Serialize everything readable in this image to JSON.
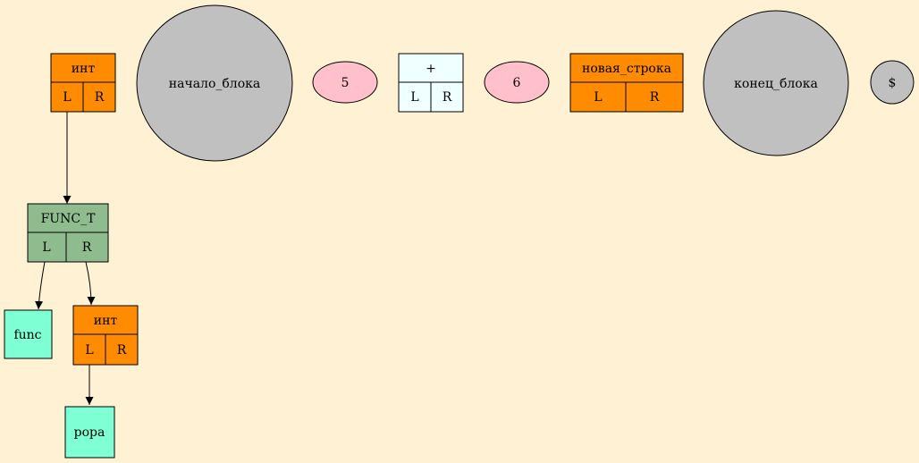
{
  "nodes": {
    "int_top": {
      "label": "инт",
      "left": "L",
      "right": "R",
      "color": "#ff8c00"
    },
    "block_start": {
      "label": "начало_блока",
      "color": "#c0c0c0"
    },
    "num_5": {
      "label": "5",
      "color": "#ffc0cb"
    },
    "plus": {
      "label": "+",
      "left": "L",
      "right": "R",
      "color": "#f0ffff"
    },
    "num_6": {
      "label": "6",
      "color": "#ffc0cb"
    },
    "new_line": {
      "label": "новая_строка",
      "left": "L",
      "right": "R",
      "color": "#ff8c00"
    },
    "block_end": {
      "label": "конец_блока",
      "color": "#c0c0c0"
    },
    "dollar": {
      "label": "$",
      "color": "#c0c0c0"
    },
    "func_t": {
      "label": "FUNC_T",
      "left": "L",
      "right": "R",
      "color": "#8fbc8f"
    },
    "func": {
      "label": "func",
      "color": "#7fffd4"
    },
    "int_mid": {
      "label": "инт",
      "left": "L",
      "right": "R",
      "color": "#ff8c00"
    },
    "popa": {
      "label": "popa",
      "color": "#7fffd4"
    }
  },
  "colors": {
    "background": "#fff2d4",
    "edge": "#000000"
  }
}
